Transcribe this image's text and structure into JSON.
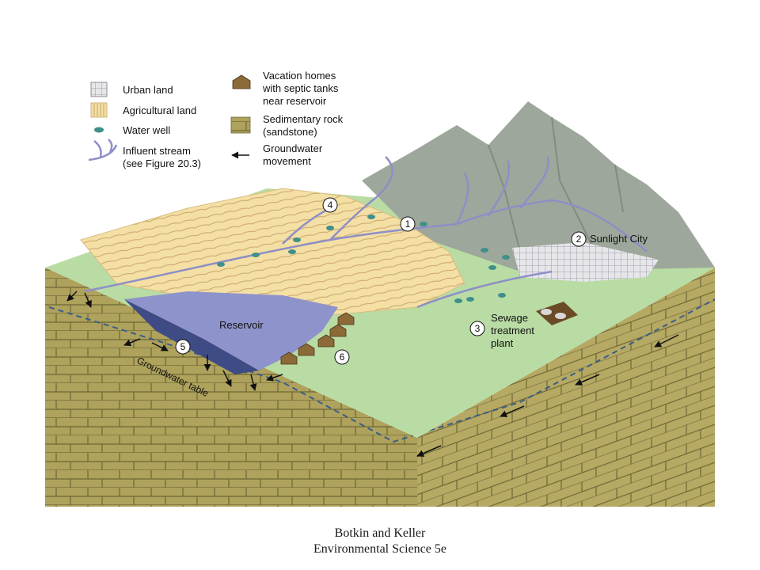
{
  "legend": {
    "urban_land": "Urban land",
    "agricultural_land": "Agricultural land",
    "water_well": "Water well",
    "influent_stream": [
      "Influent stream",
      "(see Figure 20.3)"
    ],
    "vacation_homes": [
      "Vacation homes",
      "with septic tanks",
      "near reservoir"
    ],
    "sedimentary_rock": [
      "Sedimentary rock",
      "(sandstone)"
    ],
    "groundwater_movement": [
      "Groundwater",
      "movement"
    ]
  },
  "labels": {
    "reservoir": "Reservoir",
    "groundwater_table": "Groundwater table",
    "sunlight_city": "Sunlight City",
    "sewage_plant": [
      "Sewage",
      "treatment",
      "plant"
    ]
  },
  "markers": [
    "1",
    "2",
    "3",
    "4",
    "5",
    "6"
  ],
  "caption": {
    "line1": "Botkin and Keller",
    "line2": "Environmental Science 5e"
  },
  "colors": {
    "mountain": "#9ea79b",
    "grass": "#b9dca4",
    "agriculture": "#f4dfa4",
    "reservoir": "#8f93cb",
    "rock": "#aea25c",
    "stream": "#8e8fc7",
    "well": "#3f8f8a",
    "house": "#8c6a38"
  }
}
